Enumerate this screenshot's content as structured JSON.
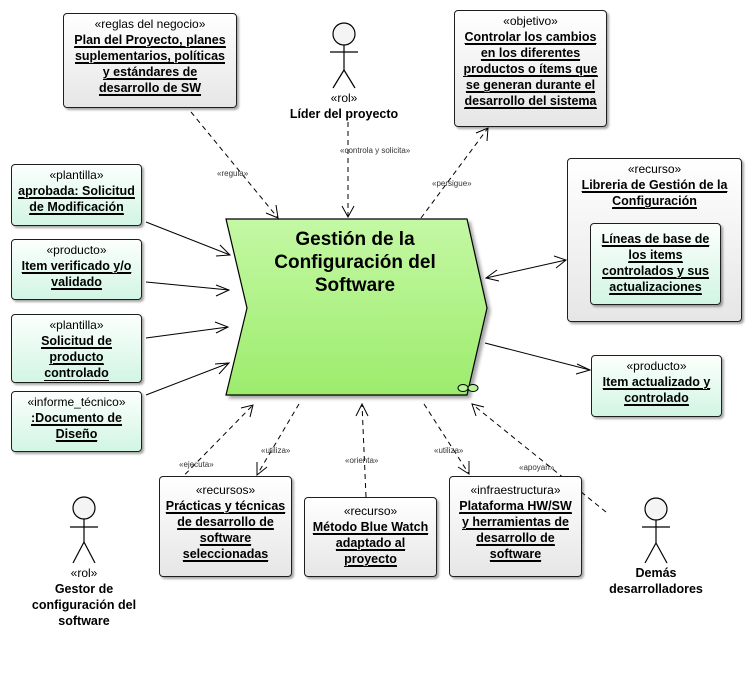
{
  "diagram": {
    "process": {
      "title_lines": [
        "Gestión de la",
        "Configuración del",
        "Software"
      ],
      "fill_color": "#a8f07c"
    },
    "elements": {
      "reglas": {
        "stereotype": "«reglas del negocio»",
        "lines": [
          "Plan del Proyecto, planes",
          "suplementarios, políticas",
          "y estándares de",
          "desarrollo de SW"
        ]
      },
      "objetivo": {
        "stereotype": "«objetivo»",
        "lines": [
          "Controlar los cambios",
          "en los diferentes",
          "productos o ítems que",
          "se generan durante el",
          "desarrollo del sistema"
        ]
      },
      "plantilla1": {
        "stereotype": "«plantilla»",
        "lines": [
          "aprobada: Solicitud",
          "de Modificación"
        ]
      },
      "producto1": {
        "stereotype": "«producto»",
        "lines": [
          "Item verificado y/o",
          "validado"
        ]
      },
      "plantilla2": {
        "stereotype": "«plantilla»",
        "lines": [
          "Solicitud de",
          "producto",
          "controlado"
        ]
      },
      "informe": {
        "stereotype": "«informe_técnico»",
        "lines": [
          ":Documento de",
          "Diseño"
        ]
      },
      "libreria": {
        "stereotype": "«recurso»",
        "lines": [
          "Libreria de Gestión de la",
          "Configuración"
        ]
      },
      "lineas": {
        "lines": [
          "Líneas de base de",
          "los items",
          "controlados y sus",
          "actualizaciones"
        ]
      },
      "producto2": {
        "stereotype": "«producto»",
        "lines": [
          "Item actualizado y",
          "controlado"
        ]
      },
      "practicas": {
        "stereotype": "«recursos»",
        "lines": [
          "Prácticas y técnicas",
          "de desarrollo de",
          "software",
          "seleccionadas"
        ]
      },
      "metodo": {
        "stereotype": "«recurso»",
        "lines": [
          "Método Blue Watch",
          "adaptado al",
          "proyecto"
        ]
      },
      "plataforma": {
        "stereotype": "«infraestructura»",
        "lines": [
          "Plataforma HW/SW",
          "y herramientas de",
          "desarrollo de",
          "software"
        ]
      }
    },
    "actors": {
      "lider": {
        "stereotype": "«rol»",
        "name_lines": [
          "Líder del proyecto"
        ]
      },
      "gestor": {
        "stereotype": "«rol»",
        "name_lines": [
          "Gestor de",
          "configuración del",
          "software"
        ]
      },
      "demas": {
        "stereotype": "",
        "name_lines": [
          "Demás",
          "desarrolladores"
        ]
      }
    },
    "connector_labels": {
      "regula": "«regula»",
      "controla": "«controla y solicita»",
      "persigue": "«persigue»",
      "ejecuta": "«ejecuta»",
      "utiliza1": "«utiliza»",
      "orienta": "«orienta»",
      "utiliza2": "«utiliza»",
      "apoyan": "«apoyan»"
    }
  }
}
